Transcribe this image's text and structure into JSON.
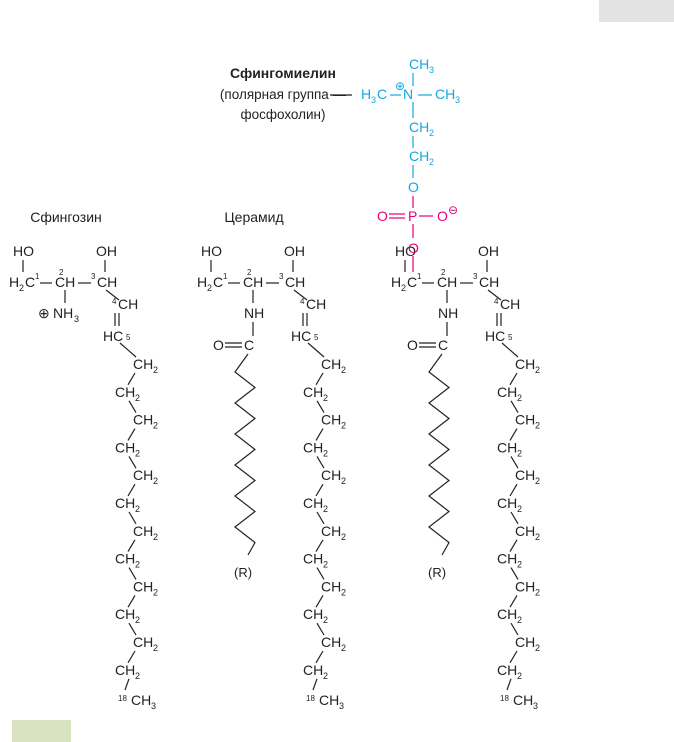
{
  "header_title": "Сфингомиелин",
  "header_sub1": "(полярная группа —",
  "header_sub2": "фосфохолин)",
  "col_labels": [
    "Сфингозин",
    "Церамид"
  ],
  "colors": {
    "choline": "#14a6e0",
    "phosphate": "#e5007e",
    "black": "#222222"
  },
  "atoms": {
    "HO": "HO",
    "OH": "OH",
    "H2C": "H2C",
    "CH": "CH",
    "HC": "HC",
    "NH": "NH",
    "NH3": "NH3",
    "O": "O",
    "C": "C",
    "CH2": "CH2",
    "CH3": "CH3",
    "P": "P",
    "N": "N",
    "R": "(R)",
    "H3C": "H3C",
    "plus": "⊕",
    "minus": "⊖"
  },
  "positions": {
    "c1": "1",
    "c2": "2",
    "c3": "3",
    "c4": "4",
    "c5": "5",
    "c18": "18"
  }
}
